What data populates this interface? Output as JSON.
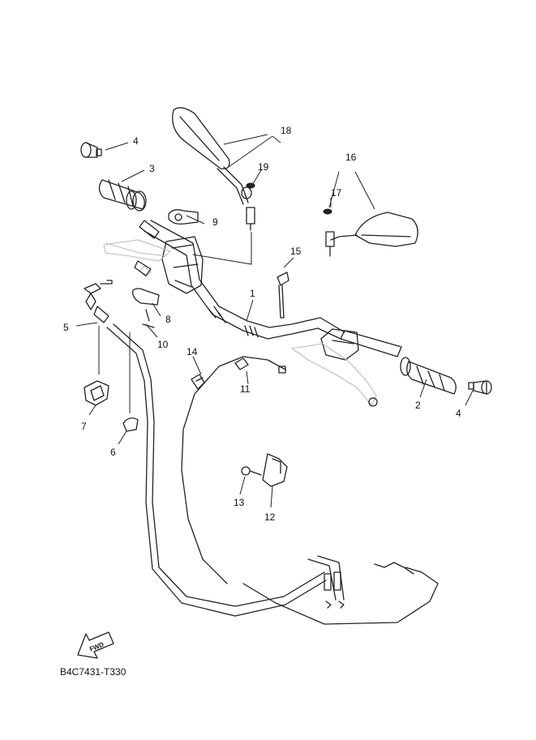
{
  "diagram": {
    "callouts": [
      {
        "id": "c1",
        "text": "1"
      },
      {
        "id": "c2",
        "text": "2"
      },
      {
        "id": "c3",
        "text": "3"
      },
      {
        "id": "c4a",
        "text": "4"
      },
      {
        "id": "c4b",
        "text": "4"
      },
      {
        "id": "c5",
        "text": "5"
      },
      {
        "id": "c6",
        "text": "6"
      },
      {
        "id": "c7",
        "text": "7"
      },
      {
        "id": "c8",
        "text": "8"
      },
      {
        "id": "c9",
        "text": "9"
      },
      {
        "id": "c10",
        "text": "10"
      },
      {
        "id": "c11",
        "text": "11"
      },
      {
        "id": "c12",
        "text": "12"
      },
      {
        "id": "c13",
        "text": "13"
      },
      {
        "id": "c14",
        "text": "14"
      },
      {
        "id": "c15",
        "text": "15"
      },
      {
        "id": "c16",
        "text": "16"
      },
      {
        "id": "c17",
        "text": "17"
      },
      {
        "id": "c18",
        "text": "18"
      },
      {
        "id": "c19",
        "text": "19"
      }
    ],
    "fwd_label": "FWD",
    "drawing_code": "B4C7431-T330"
  }
}
